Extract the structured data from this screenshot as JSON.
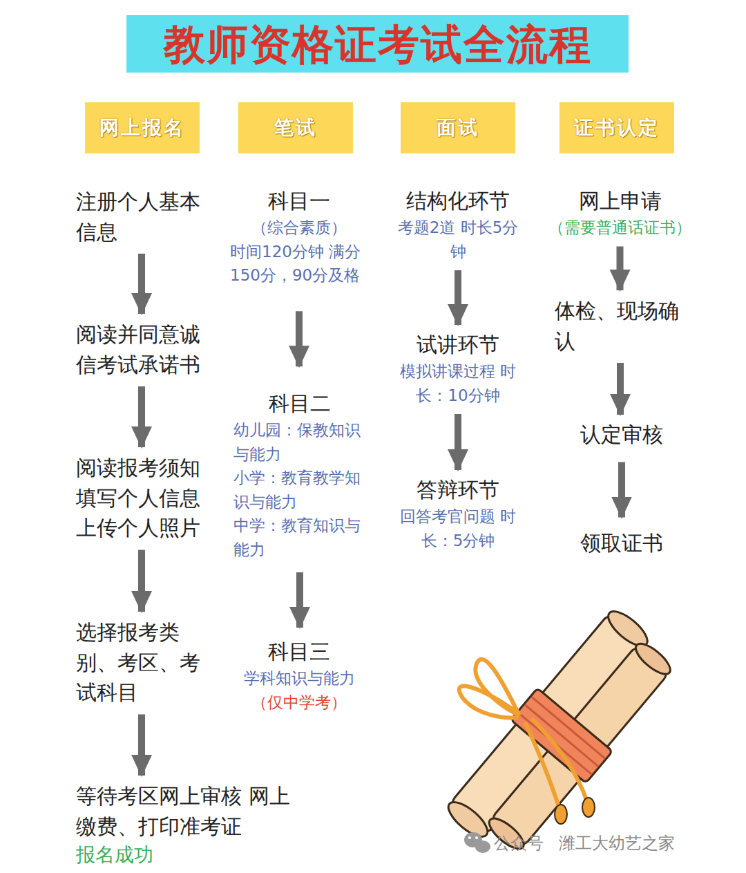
{
  "diagram": {
    "title": "教师资格证考试全流程",
    "nodes": [
      {
        "text": [
          "教师资格证考试全流程"
        ]
      },
      {
        "text": [
          "网上报名"
        ]
      },
      {
        "text": [
          "笔试"
        ]
      },
      {
        "text": [
          "面试"
        ]
      },
      {
        "text": [
          "证书认定"
        ]
      },
      {
        "text": [
          "注册个人基本信息"
        ]
      },
      {
        "text": [
          "阅读并同意诚信考试承诺书"
        ]
      },
      {
        "text": [
          "阅读报考须知 填写个人信息 上传个人照片"
        ]
      },
      {
        "text": [
          "选择报考类别、考区、考试科目"
        ]
      },
      {
        "text": [
          "等待考区网上审核 网上缴费、打印准考证",
          "报名成功"
        ]
      },
      {
        "text": [
          "科目一",
          "（综合素质）",
          "时间120分钟 满分150分，90分及格"
        ]
      },
      {
        "text": [
          "科目二",
          "幼儿园：保教知识与能力",
          "小学：教育教学知识与能力",
          "中学：教育知识与能力"
        ]
      },
      {
        "text": [
          "科目三",
          "学科知识与能力",
          "（仅中学考）"
        ]
      },
      {
        "text": [
          "结构化环节",
          "考题2道 时长5分钟"
        ]
      },
      {
        "text": [
          "试讲环节",
          "模拟讲课过程 时长：10分钟"
        ]
      },
      {
        "text": [
          "答辩环节",
          "回答考官问题 时长：5分钟"
        ]
      },
      {
        "text": [
          "网上申请",
          "（需要普通话证书）"
        ]
      },
      {
        "text": [
          "体检、现场确认"
        ]
      },
      {
        "text": [
          "认定审核"
        ]
      },
      {
        "text": [
          "领取证书"
        ]
      }
    ],
    "edges": [
      {
        "from": 5,
        "to": 6,
        "arrow": "to"
      },
      {
        "from": 6,
        "to": 7,
        "arrow": "to"
      },
      {
        "from": 7,
        "to": 8,
        "arrow": "to"
      },
      {
        "from": 8,
        "to": 9,
        "arrow": "to"
      },
      {
        "from": 10,
        "to": 11,
        "arrow": "to"
      },
      {
        "from": 11,
        "to": 12,
        "arrow": "to"
      },
      {
        "from": 13,
        "to": 14,
        "arrow": "to"
      },
      {
        "from": 14,
        "to": 15,
        "arrow": "to"
      },
      {
        "from": 16,
        "to": 17,
        "arrow": "to"
      },
      {
        "from": 17,
        "to": 18,
        "arrow": "to"
      },
      {
        "from": 18,
        "to": 19,
        "arrow": "to"
      }
    ],
    "labels": [
      "公众号",
      "潍工大幼艺之家"
    ]
  }
}
